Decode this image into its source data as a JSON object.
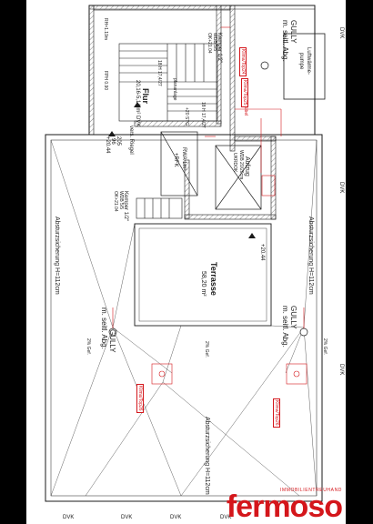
{
  "plan": {
    "rooms": {
      "flur_name": "Flur",
      "flur_area": "20,16-5,14 m² DVK",
      "terrasse_name": "Terrasse",
      "terrasse_area": "58,20 m²",
      "aufzug_name": "Aufzug",
      "aufzug_spec": "WDB 20/20cm",
      "aufzug_spec2": "UKRDOK",
      "luftwaerme": "Luftwärme-",
      "luftwaerme2": "pumpe"
    },
    "labels": {
      "gully_1": "GULLY",
      "gully_1_b": "m. seitl. Abg.",
      "gully_2": "GULLY",
      "gully_2_b": "m. seitl. Abg.",
      "gully_3": "GULLY",
      "gully_3_b": "m. seitl. Abg.",
      "kemper_top": "Kemper 1/2\"",
      "kemper_top_b": "WDB 5/5",
      "kemper_top_c": "OK+21.04",
      "kemper_mid": "Kemper 1/2\"",
      "kemper_mid_b": "WDB 5/5",
      "kemper_mid_c": "OK+21.04",
      "absturz_left": "Absturzsicherung H=112cm",
      "absturz_right": "Absturzsicherung H=112cm",
      "absturz_bottom": "Absturzsicherung H=112cm",
      "rwa": "RWA 1m²",
      "rwa_b": "+RFK",
      "height_1": "+20.44",
      "height_2": "+20.44",
      "dim_96": "96",
      "dim_205": "205",
      "vers_riegel": "vers. Riegel",
      "notuebel": "Notübel",
      "gefaelle_1": "2% Gef.",
      "gefaelle_2": "2% Gef.",
      "gefaelle_3": "2% Gef.",
      "dvk_1": "DVK",
      "dvk_2": "DVK",
      "dvk_3": "DVK",
      "dvk_4": "DVK",
      "dvk_5": "DVK",
      "dvk_6": "DVK",
      "dvk_7": "DVK",
      "top_code_1": "RH=1.19m",
      "top_code_2": "FPH 0.90",
      "stairs_1": "18 H 17,4/27",
      "stairs_2": "18 H 17,4/27",
      "stairs_3": "+20 STG",
      "stairs_4": "plananlage"
    },
    "tags": {
      "klima_1": "Klima/Top24",
      "klima_2": "Klima/Top25",
      "klima_3": "Klima/Top26",
      "klima_4": "Klima/Top26"
    }
  },
  "brand": {
    "tagline": "IMMOBILIENTREUHAND",
    "name": "fermoso"
  },
  "colors": {
    "line": "#1a1a1a",
    "red": "#d4161b",
    "blue": "#2a39a8",
    "hatch": "#8a8a8a",
    "background": "#000000"
  }
}
